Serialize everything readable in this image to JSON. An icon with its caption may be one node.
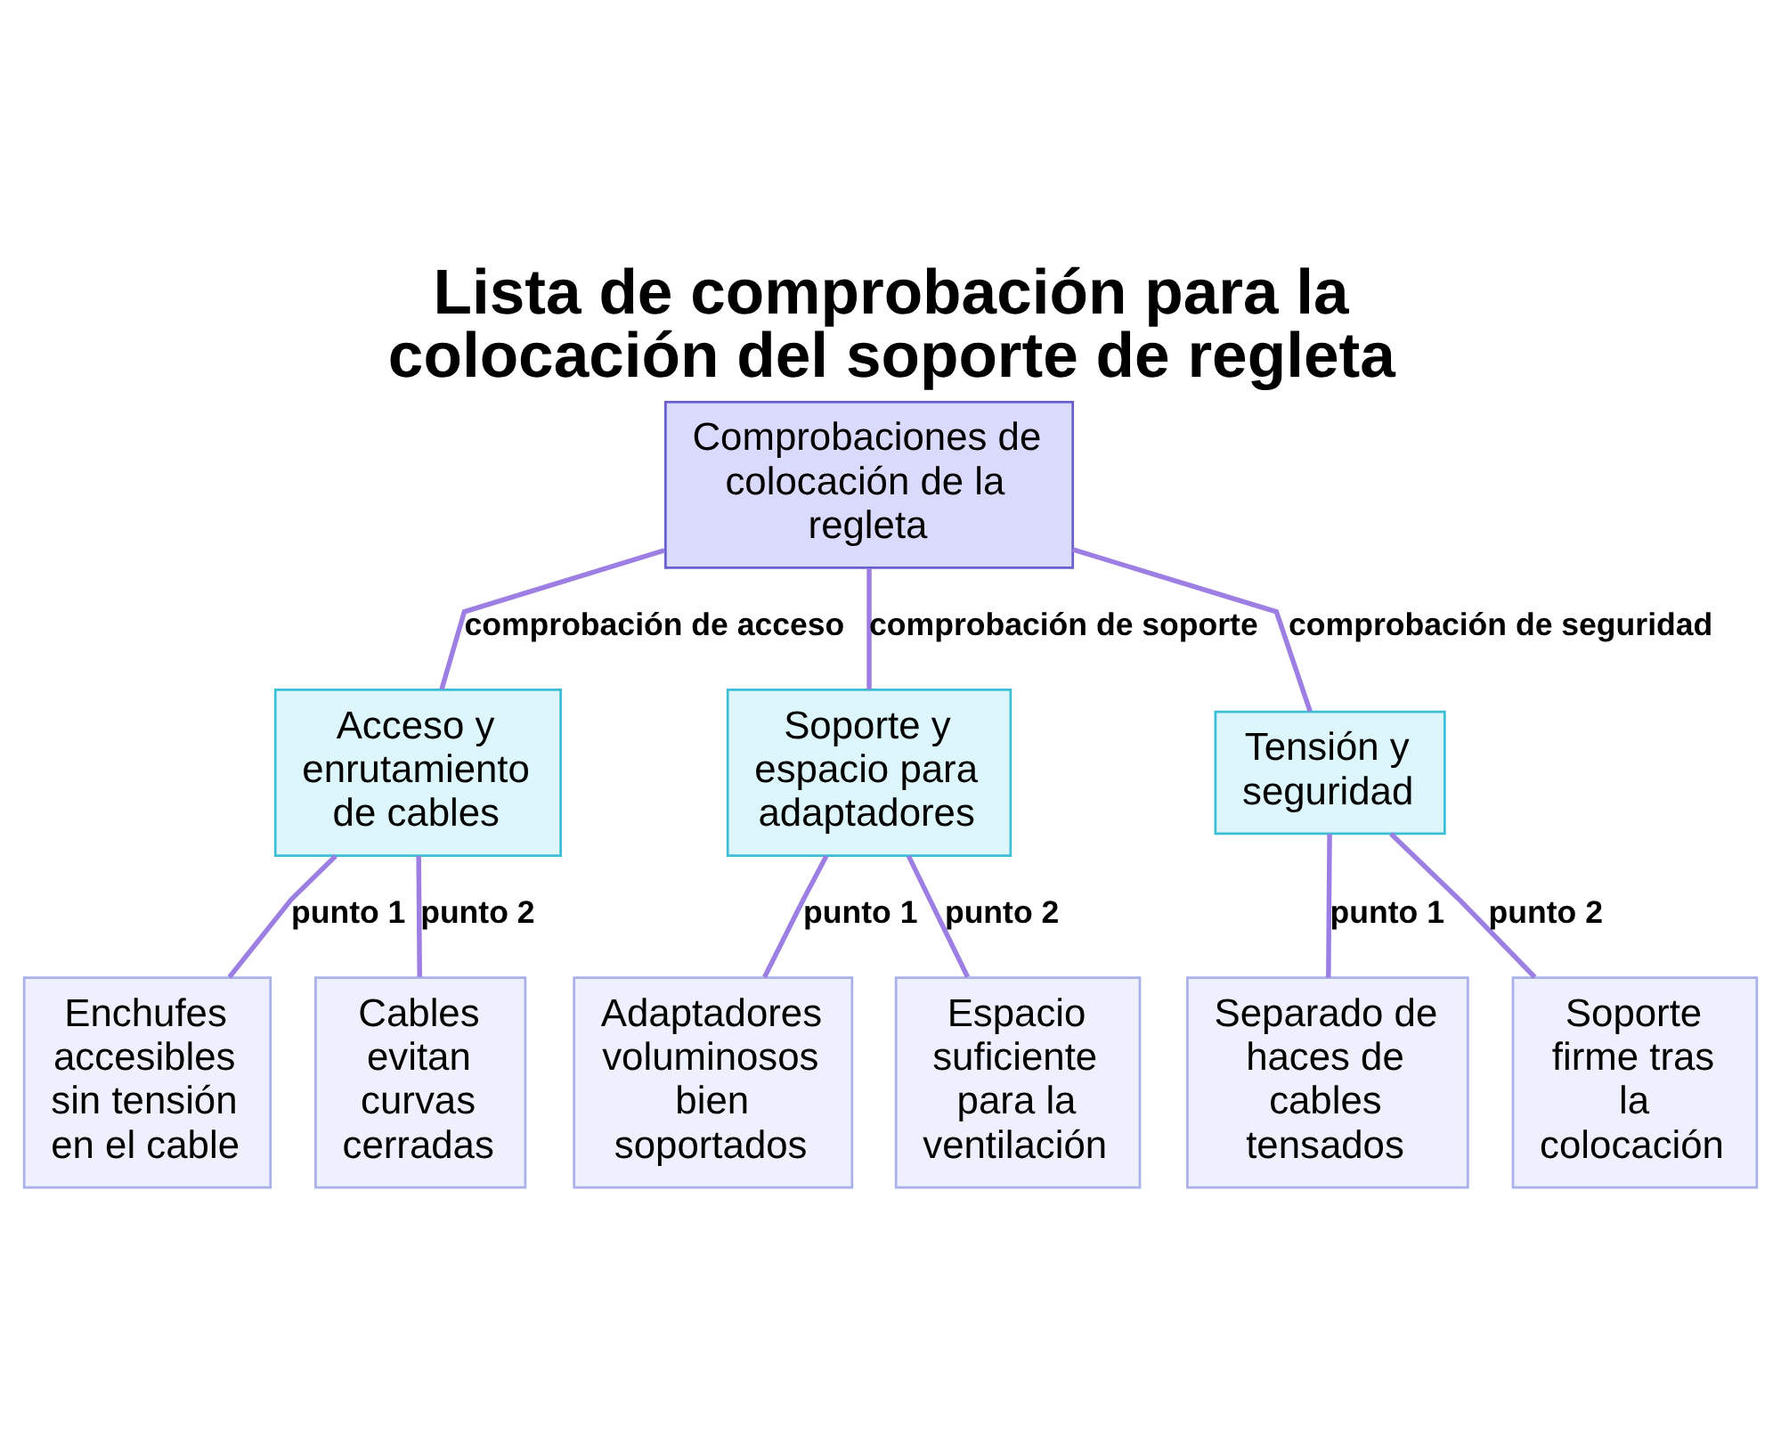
{
  "diagram": {
    "title": "Lista de comprobación para la colocación del soporte de regleta",
    "nodes": [
      {
        "text": [
          "Comprobaciones de colocación de la regleta"
        ]
      },
      {
        "text": [
          "Acceso y enrutamiento de cables"
        ]
      },
      {
        "text": [
          "Soporte y espacio para adaptadores"
        ]
      },
      {
        "text": [
          "Tensión y seguridad"
        ]
      },
      {
        "text": [
          "Enchufes accesibles sin tensión en el cable"
        ]
      },
      {
        "text": [
          "Cables evitan curvas cerradas"
        ]
      },
      {
        "text": [
          "Adaptadores voluminosos bien soportados"
        ]
      },
      {
        "text": [
          "Espacio suficiente para la ventilación"
        ]
      },
      {
        "text": [
          "Separado de haces de cables tensados"
        ]
      },
      {
        "text": [
          "Soporte firme tras la colocación"
        ]
      }
    ],
    "edges": [
      {
        "from": 0,
        "to": 1,
        "arrow": "none",
        "label": "comprobación de acceso"
      },
      {
        "from": 0,
        "to": 2,
        "arrow": "none",
        "label": "comprobación de soporte"
      },
      {
        "from": 0,
        "to": 3,
        "arrow": "none",
        "label": "comprobación de seguridad"
      },
      {
        "from": 1,
        "to": 4,
        "arrow": "none",
        "label": "punto 1"
      },
      {
        "from": 1,
        "to": 5,
        "arrow": "none",
        "label": "punto 2"
      },
      {
        "from": 2,
        "to": 6,
        "arrow": "none",
        "label": "punto 1"
      },
      {
        "from": 2,
        "to": 7,
        "arrow": "none",
        "label": "punto 2"
      },
      {
        "from": 3,
        "to": 8,
        "arrow": "none",
        "label": "punto 1"
      },
      {
        "from": 3,
        "to": 9,
        "arrow": "none",
        "label": "punto 2"
      }
    ]
  }
}
